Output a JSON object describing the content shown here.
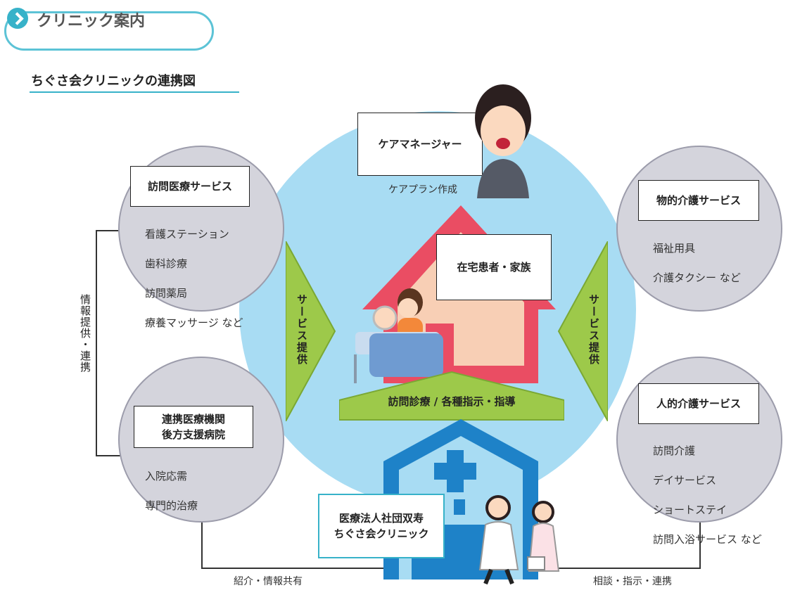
{
  "header": {
    "title": "クリニック案内"
  },
  "subtitle": "ちぐさ会クリニックの連携図",
  "center": {
    "care_manager": "ケアマネージャー",
    "care_plan": "ケアプラン作成",
    "patient": "在宅患者・家族",
    "visit_banner": "訪問診療 / 各種指示・指導",
    "service_left": "サービス提供",
    "service_right": "サービス提供"
  },
  "left_top": {
    "title": "訪問医療サービス",
    "items": [
      "看護ステーション",
      "歯科診療",
      "訪問薬局",
      "療養マッサージ など"
    ]
  },
  "left_bottom": {
    "title_line1": "連携医療機関",
    "title_line2": "後方支援病院",
    "items": [
      "入院応需",
      "専門的治療"
    ]
  },
  "right_top": {
    "title": "物的介護サービス",
    "items": [
      "福祉用具",
      "介護タクシー など"
    ]
  },
  "right_bottom": {
    "title": "人的介護サービス",
    "items": [
      "訪問介護",
      "デイサービス",
      "ショートステイ",
      "訪問入浴サービス など"
    ]
  },
  "clinic": {
    "line1": "医療法人社団双寿",
    "line2": "ちぐさ会クリニック"
  },
  "connectors": {
    "left_vertical": "情報提供・連携",
    "bottom_left": "紹介・情報共有",
    "bottom_right": "相談・指示・連携"
  },
  "colors": {
    "accent": "#37b2c9",
    "big_circle": "#a8dcf3",
    "gray_circle": "#d4d4dc",
    "house_red": "#ea4d63",
    "green_arrow": "#9dc94a",
    "clinic_blue": "#1e82c8"
  }
}
